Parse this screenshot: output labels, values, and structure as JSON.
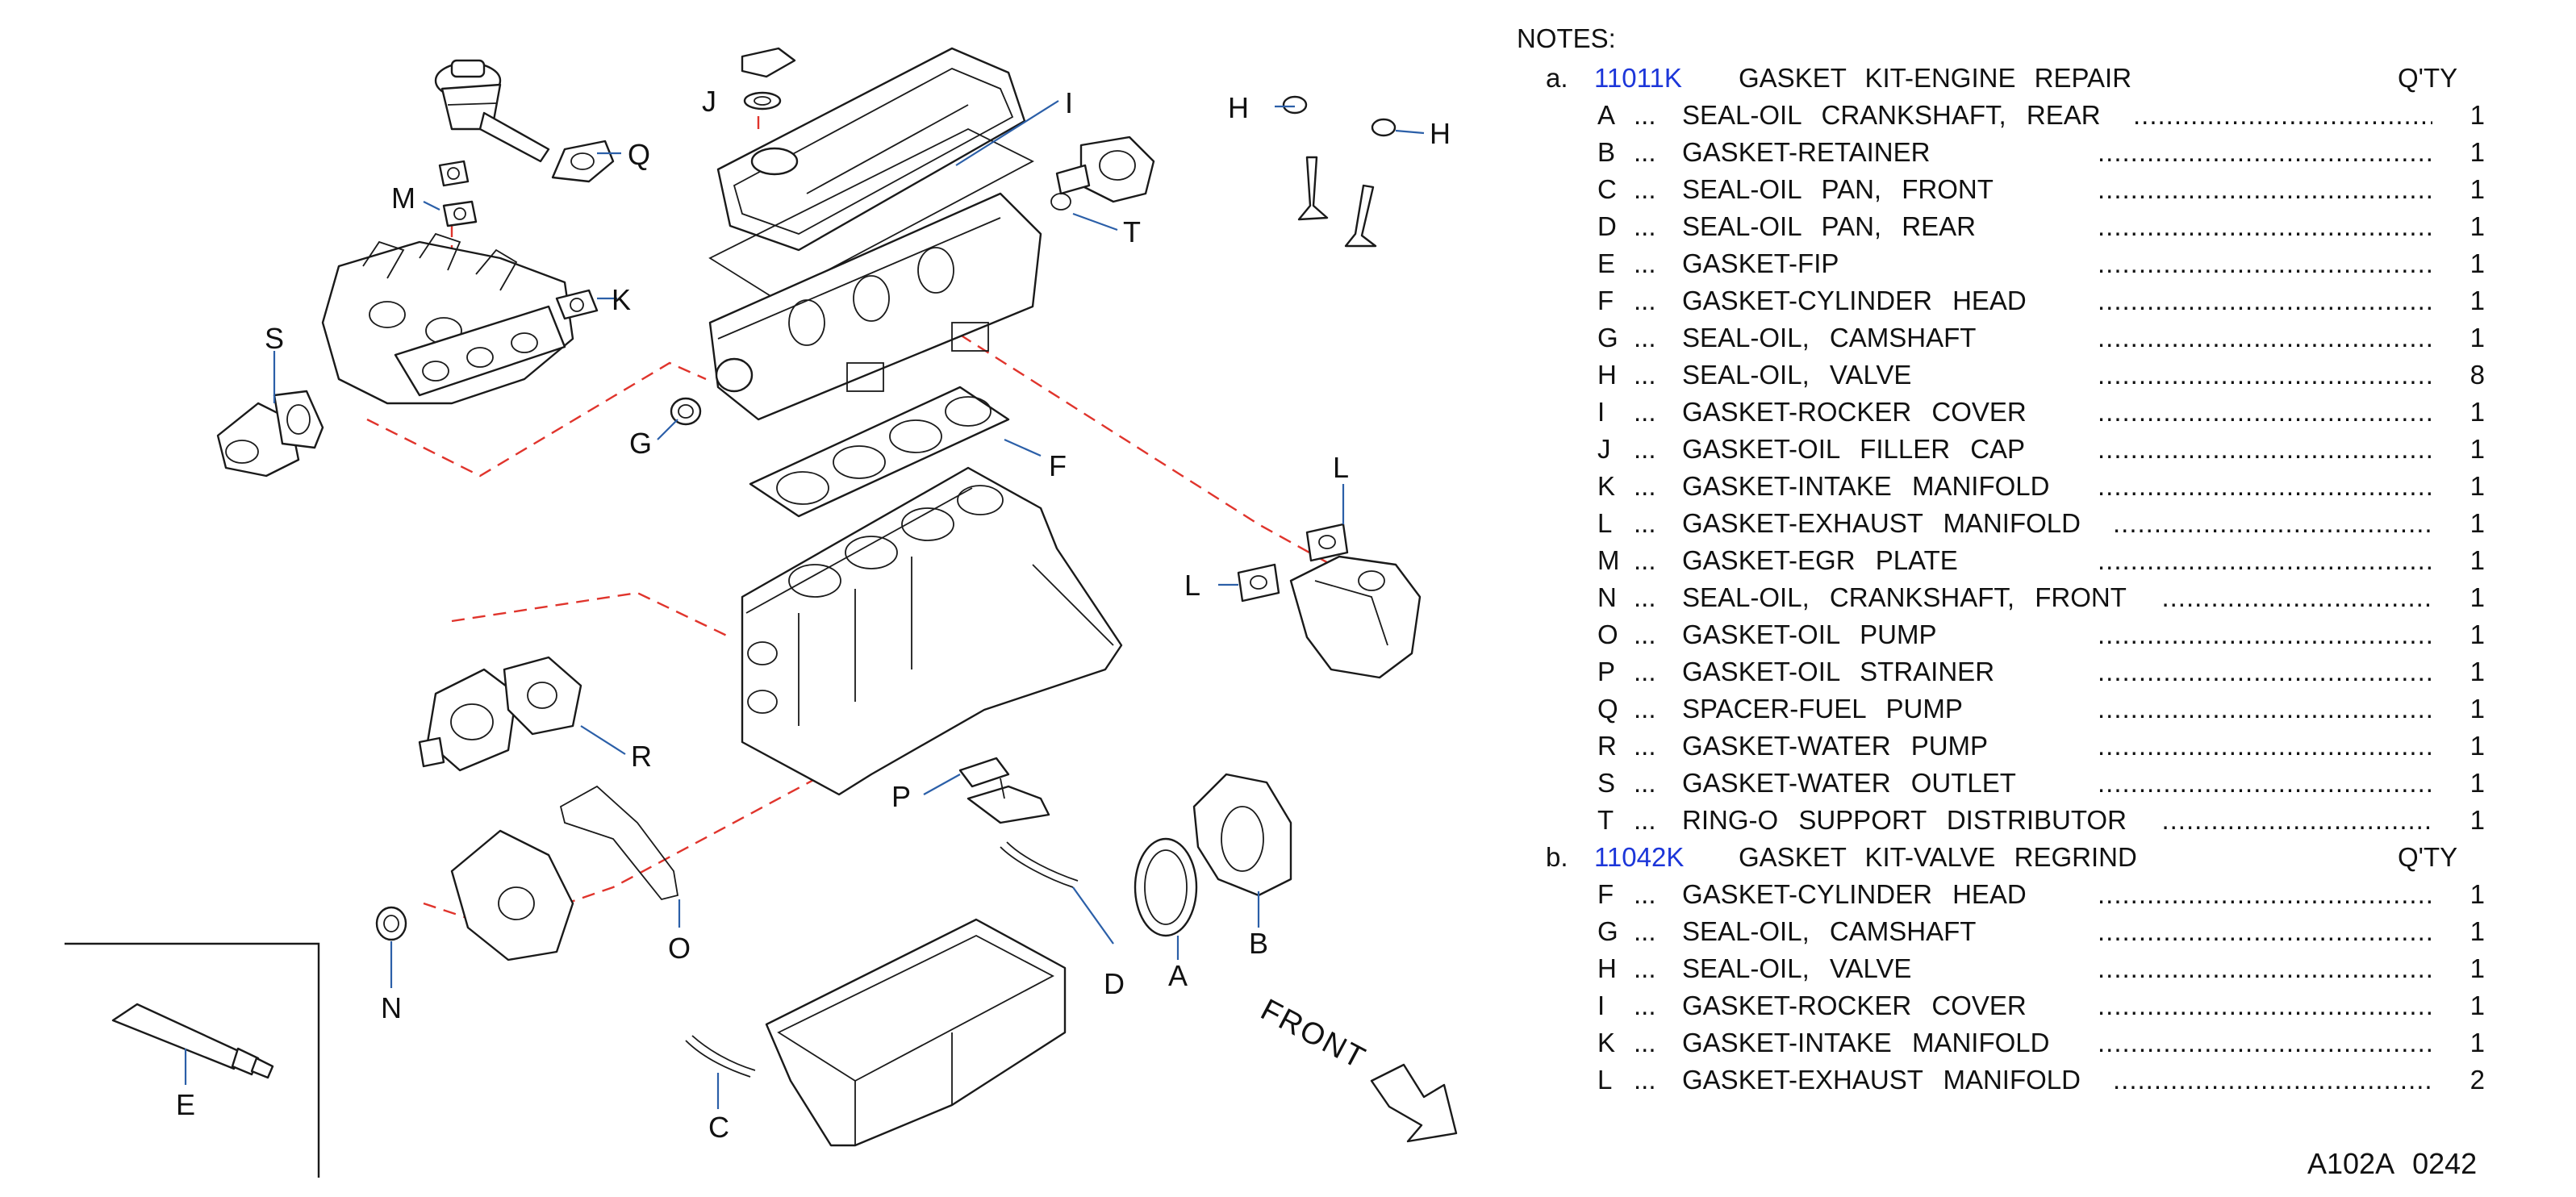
{
  "figure_id": "A102A  0242",
  "notes": {
    "title": "NOTES:",
    "kits": [
      {
        "letter": "a.",
        "part_no": "11011K",
        "description": "GASKET KIT-ENGINE REPAIR",
        "qty_header": "Q'TY",
        "items": [
          {
            "ref": "A",
            "desc": "SEAL-OIL CRANKSHAFT, REAR",
            "qty": "1"
          },
          {
            "ref": "B",
            "desc": "GASKET-RETAINER",
            "qty": "1"
          },
          {
            "ref": "C",
            "desc": "SEAL-OIL PAN, FRONT",
            "qty": "1"
          },
          {
            "ref": "D",
            "desc": "SEAL-OIL PAN, REAR",
            "qty": "1"
          },
          {
            "ref": "E",
            "desc": "GASKET-FIP",
            "qty": "1"
          },
          {
            "ref": "F",
            "desc": "GASKET-CYLINDER HEAD",
            "qty": "1"
          },
          {
            "ref": "G",
            "desc": "SEAL-OIL, CAMSHAFT",
            "qty": "1"
          },
          {
            "ref": "H",
            "desc": "SEAL-OIL, VALVE",
            "qty": "8"
          },
          {
            "ref": "I",
            "desc": "GASKET-ROCKER COVER",
            "qty": "1"
          },
          {
            "ref": "J",
            "desc": "GASKET-OIL FILLER CAP",
            "qty": "1"
          },
          {
            "ref": "K",
            "desc": "GASKET-INTAKE MANIFOLD",
            "qty": "1"
          },
          {
            "ref": "L",
            "desc": "GASKET-EXHAUST MANIFOLD",
            "qty": "1"
          },
          {
            "ref": "M",
            "desc": "GASKET-EGR PLATE",
            "qty": "1"
          },
          {
            "ref": "N",
            "desc": "SEAL-OIL, CRANKSHAFT, FRONT",
            "qty": "1"
          },
          {
            "ref": "O",
            "desc": "GASKET-OIL PUMP",
            "qty": "1"
          },
          {
            "ref": "P",
            "desc": "GASKET-OIL STRAINER",
            "qty": "1"
          },
          {
            "ref": "Q",
            "desc": "SPACER-FUEL PUMP",
            "qty": "1"
          },
          {
            "ref": "R",
            "desc": "GASKET-WATER PUMP",
            "qty": "1"
          },
          {
            "ref": "S",
            "desc": "GASKET-WATER OUTLET",
            "qty": "1"
          },
          {
            "ref": "T",
            "desc": "RING-O SUPPORT DISTRIBUTOR",
            "qty": "1"
          }
        ]
      },
      {
        "letter": "b.",
        "part_no": "11042K",
        "description": "GASKET KIT-VALVE REGRIND",
        "qty_header": "Q'TY",
        "items": [
          {
            "ref": "F",
            "desc": "GASKET-CYLINDER HEAD",
            "qty": "1"
          },
          {
            "ref": "G",
            "desc": "SEAL-OIL, CAMSHAFT",
            "qty": "1"
          },
          {
            "ref": "H",
            "desc": "SEAL-OIL, VALVE",
            "qty": "1"
          },
          {
            "ref": "I",
            "desc": "GASKET-ROCKER COVER",
            "qty": "1"
          },
          {
            "ref": "K",
            "desc": "GASKET-INTAKE MANIFOLD",
            "qty": "1"
          },
          {
            "ref": "L",
            "desc": "GASKET-EXHAUST MANIFOLD",
            "qty": "2"
          }
        ]
      }
    ]
  },
  "diagram": {
    "front_label": "FRONT",
    "callouts": {
      "A": "A",
      "B": "B",
      "C": "C",
      "D": "D",
      "E": "E",
      "F": "F",
      "G": "G",
      "H1": "H",
      "H2": "H",
      "I": "I",
      "J": "J",
      "K": "K",
      "L1": "L",
      "L2": "L",
      "M": "M",
      "N": "N",
      "O": "O",
      "P": "P",
      "Q": "Q",
      "R": "R",
      "S": "S",
      "T": "T"
    }
  }
}
